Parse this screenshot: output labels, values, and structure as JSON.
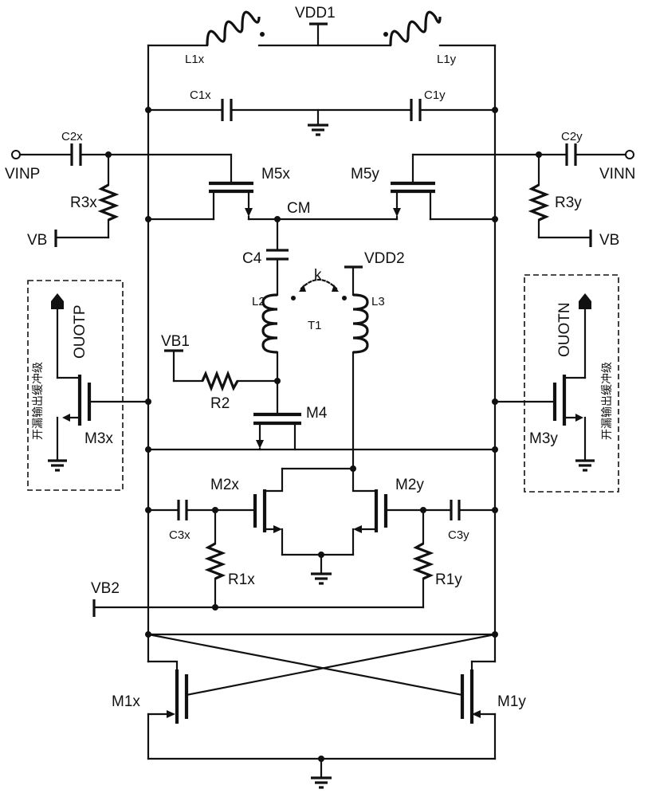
{
  "supplies": {
    "vdd1": "VDD1",
    "vdd2": "VDD2",
    "vb": "VB",
    "vb_right": "VB",
    "vb1": "VB1",
    "vb2": "VB2"
  },
  "inputs": {
    "vinp": "VINP",
    "vinn": "VINN"
  },
  "nodes": {
    "cm": "CM",
    "coupling": "k"
  },
  "inductors": {
    "l1x": "L1x",
    "l1y": "L1y",
    "l2": "L2",
    "l3": "L3",
    "transformer": "T1"
  },
  "capacitors": {
    "c1x": "C1x",
    "c1y": "C1y",
    "c2x": "C2x",
    "c2y": "C2y",
    "c3x": "C3x",
    "c3y": "C3y",
    "c4": "C4"
  },
  "resistors": {
    "r1x": "R1x",
    "r1y": "R1y",
    "r2": "R2",
    "r3x": "R3x",
    "r3y": "R3y"
  },
  "transistors": {
    "m1x": "M1x",
    "m1y": "M1y",
    "m2x": "M2x",
    "m2y": "M2y",
    "m3x": "M3x",
    "m3y": "M3y",
    "m4": "M4",
    "m5x": "M5x",
    "m5y": "M5y"
  },
  "outputs": {
    "left_pin": "OUOTP",
    "right_pin": "OUOTN",
    "buffer_label": "开漏输出缓冲级"
  }
}
